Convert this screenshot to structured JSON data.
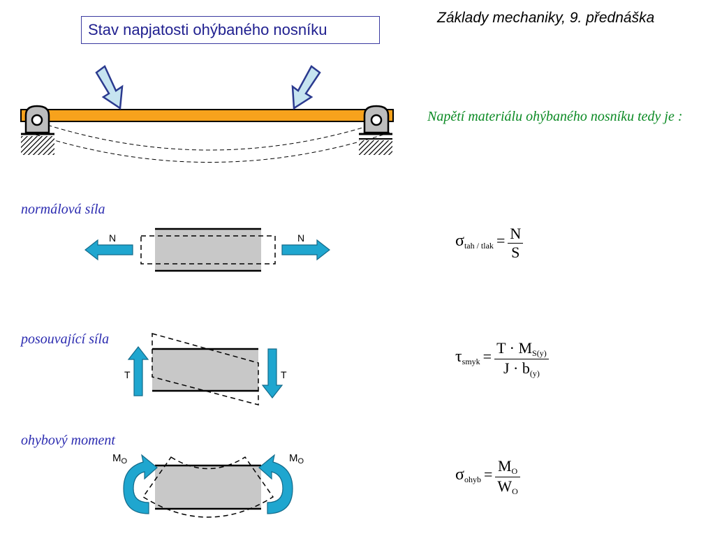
{
  "header": {
    "title": "Základy mechaniky, 9. přednáška"
  },
  "slide": {
    "title": "Stav napjatosti ohýbaného nosníku",
    "intro": "Napětí materiálu ohýbaného nosníku tedy je :"
  },
  "sections": {
    "normal": {
      "label": "normálová síla",
      "force_left": "N",
      "force_right": "N",
      "equation": {
        "symbol": "σ",
        "sub": "tah / tlak",
        "eq": "=",
        "num": "N",
        "den": "S"
      }
    },
    "shear": {
      "label": "posouvající síla",
      "force_left": "T",
      "force_right": "T",
      "equation": {
        "symbol": "τ",
        "sub": "smyk",
        "eq": "=",
        "num_a": "T · M",
        "num_sub": "S(y)",
        "den_a": "J · b",
        "den_sub": "(y)"
      }
    },
    "bending": {
      "label": "ohybový moment",
      "moment_left": "M",
      "moment_left_sub": "O",
      "moment_right": "M",
      "moment_right_sub": "O",
      "equation": {
        "symbol": "σ",
        "sub": "ohyb",
        "eq": "=",
        "num": "M",
        "num_sub": "O",
        "den": "W",
        "den_sub": "O"
      }
    }
  },
  "colors": {
    "beam": "#f7a21c",
    "arrow_fill": "#c6e4f0",
    "arrow_stroke": "#2b3a8f",
    "cyan_arrow": "#1fa6cf",
    "block_fill": "#c8c8c8",
    "intro_text": "#0b8a24",
    "label_text": "#2b2bb0"
  }
}
